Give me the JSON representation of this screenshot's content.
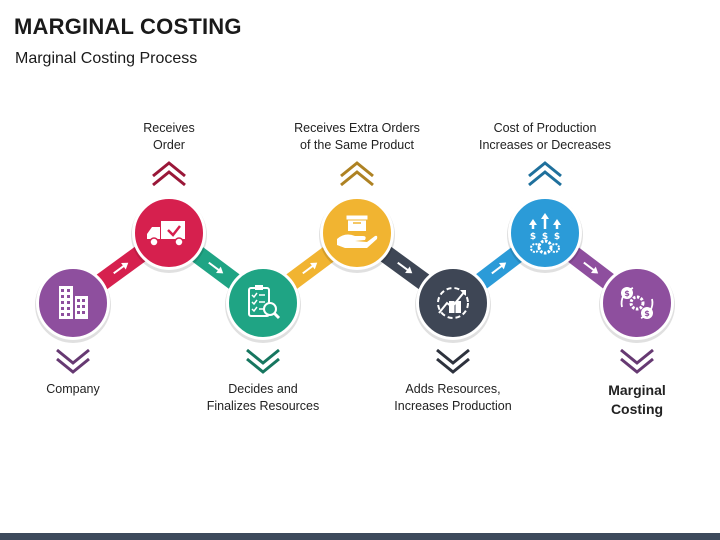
{
  "title": "MARGINAL COSTING",
  "subtitle": "Marginal Costing Process",
  "steps": [
    {
      "label": "Company",
      "color": "#8e4f9e",
      "position": "low",
      "icon": "buildings-icon",
      "label_side": "below",
      "bold": false
    },
    {
      "label": "Receives\nOrder",
      "color": "#d6204e",
      "position": "high",
      "icon": "delivery-truck-icon",
      "label_side": "above",
      "bold": false
    },
    {
      "label": "Decides and\nFinalizes Resources",
      "color": "#1fa484",
      "position": "low",
      "icon": "checklist-search-icon",
      "label_side": "below",
      "bold": false
    },
    {
      "label": "Receives Extra Orders\nof the Same Product",
      "color": "#f1b431",
      "position": "high",
      "icon": "box-in-hand-icon",
      "label_side": "above",
      "bold": false
    },
    {
      "label": "Adds Resources,\nIncreases Production",
      "color": "#3e4655",
      "position": "low",
      "icon": "production-growth-icon",
      "label_side": "below",
      "bold": false
    },
    {
      "label": "Cost of Production\nIncreases or Decreases",
      "color": "#2b9bd8",
      "position": "high",
      "icon": "cost-arrows-gear-icon",
      "label_side": "above",
      "bold": false
    },
    {
      "label": "Marginal\nCosting",
      "color": "#8e4f9e",
      "position": "low",
      "icon": "cost-cycle-icon",
      "label_side": "below",
      "bold": true
    }
  ]
}
